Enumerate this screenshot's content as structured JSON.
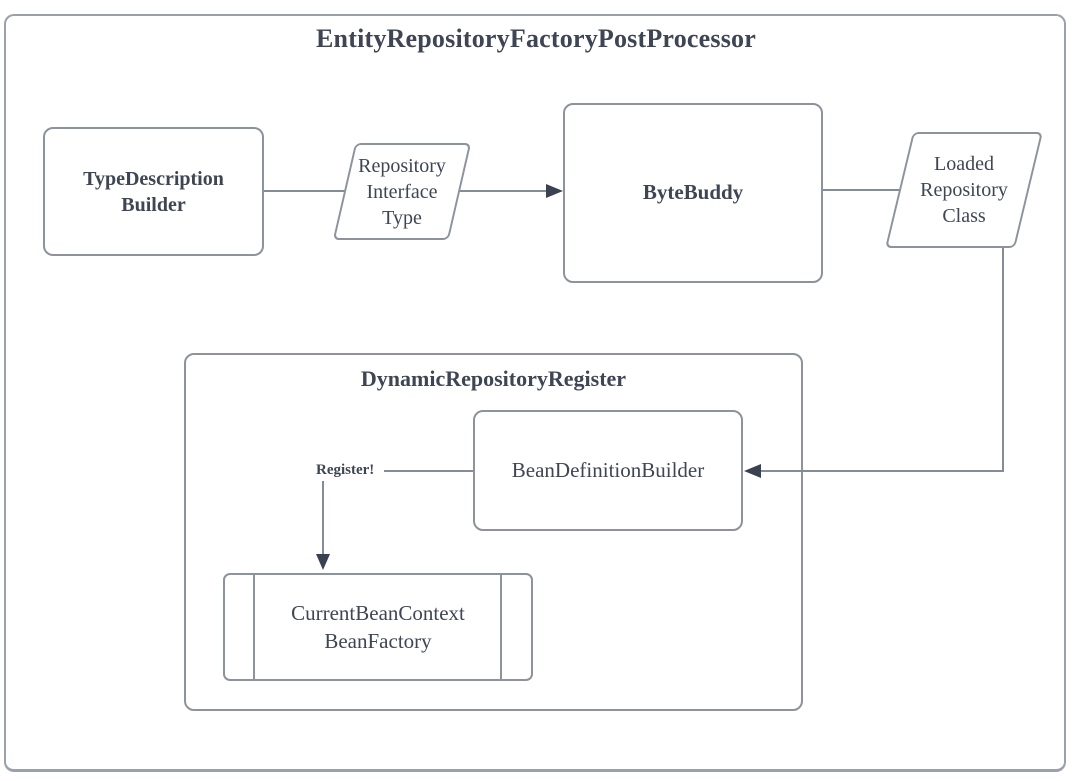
{
  "title": "EntityRepositoryFactoryPostProcessor",
  "colors": {
    "text": "#3e4553",
    "border": "#8d939c",
    "line": "#858c99",
    "arrowhead": "#3a4150",
    "background": "#ffffff"
  },
  "nodes": {
    "type_description_builder": {
      "lines": [
        "TypeDescription",
        "Builder"
      ]
    },
    "repository_interface_type": {
      "lines": [
        "Repository",
        "Interface",
        "Type"
      ]
    },
    "byte_buddy": {
      "label": "ByteBuddy"
    },
    "loaded_repository_class": {
      "lines": [
        "Loaded",
        "Repository",
        "Class"
      ]
    },
    "dynamic_repository_register": {
      "title": "DynamicRepositoryRegister"
    },
    "bean_definition_builder": {
      "label": "BeanDefinitionBuilder"
    },
    "current_bean_context_bean_factory": {
      "lines": [
        "CurrentBeanContext",
        "BeanFactory"
      ]
    }
  },
  "edges": {
    "register_label": "Register!"
  }
}
